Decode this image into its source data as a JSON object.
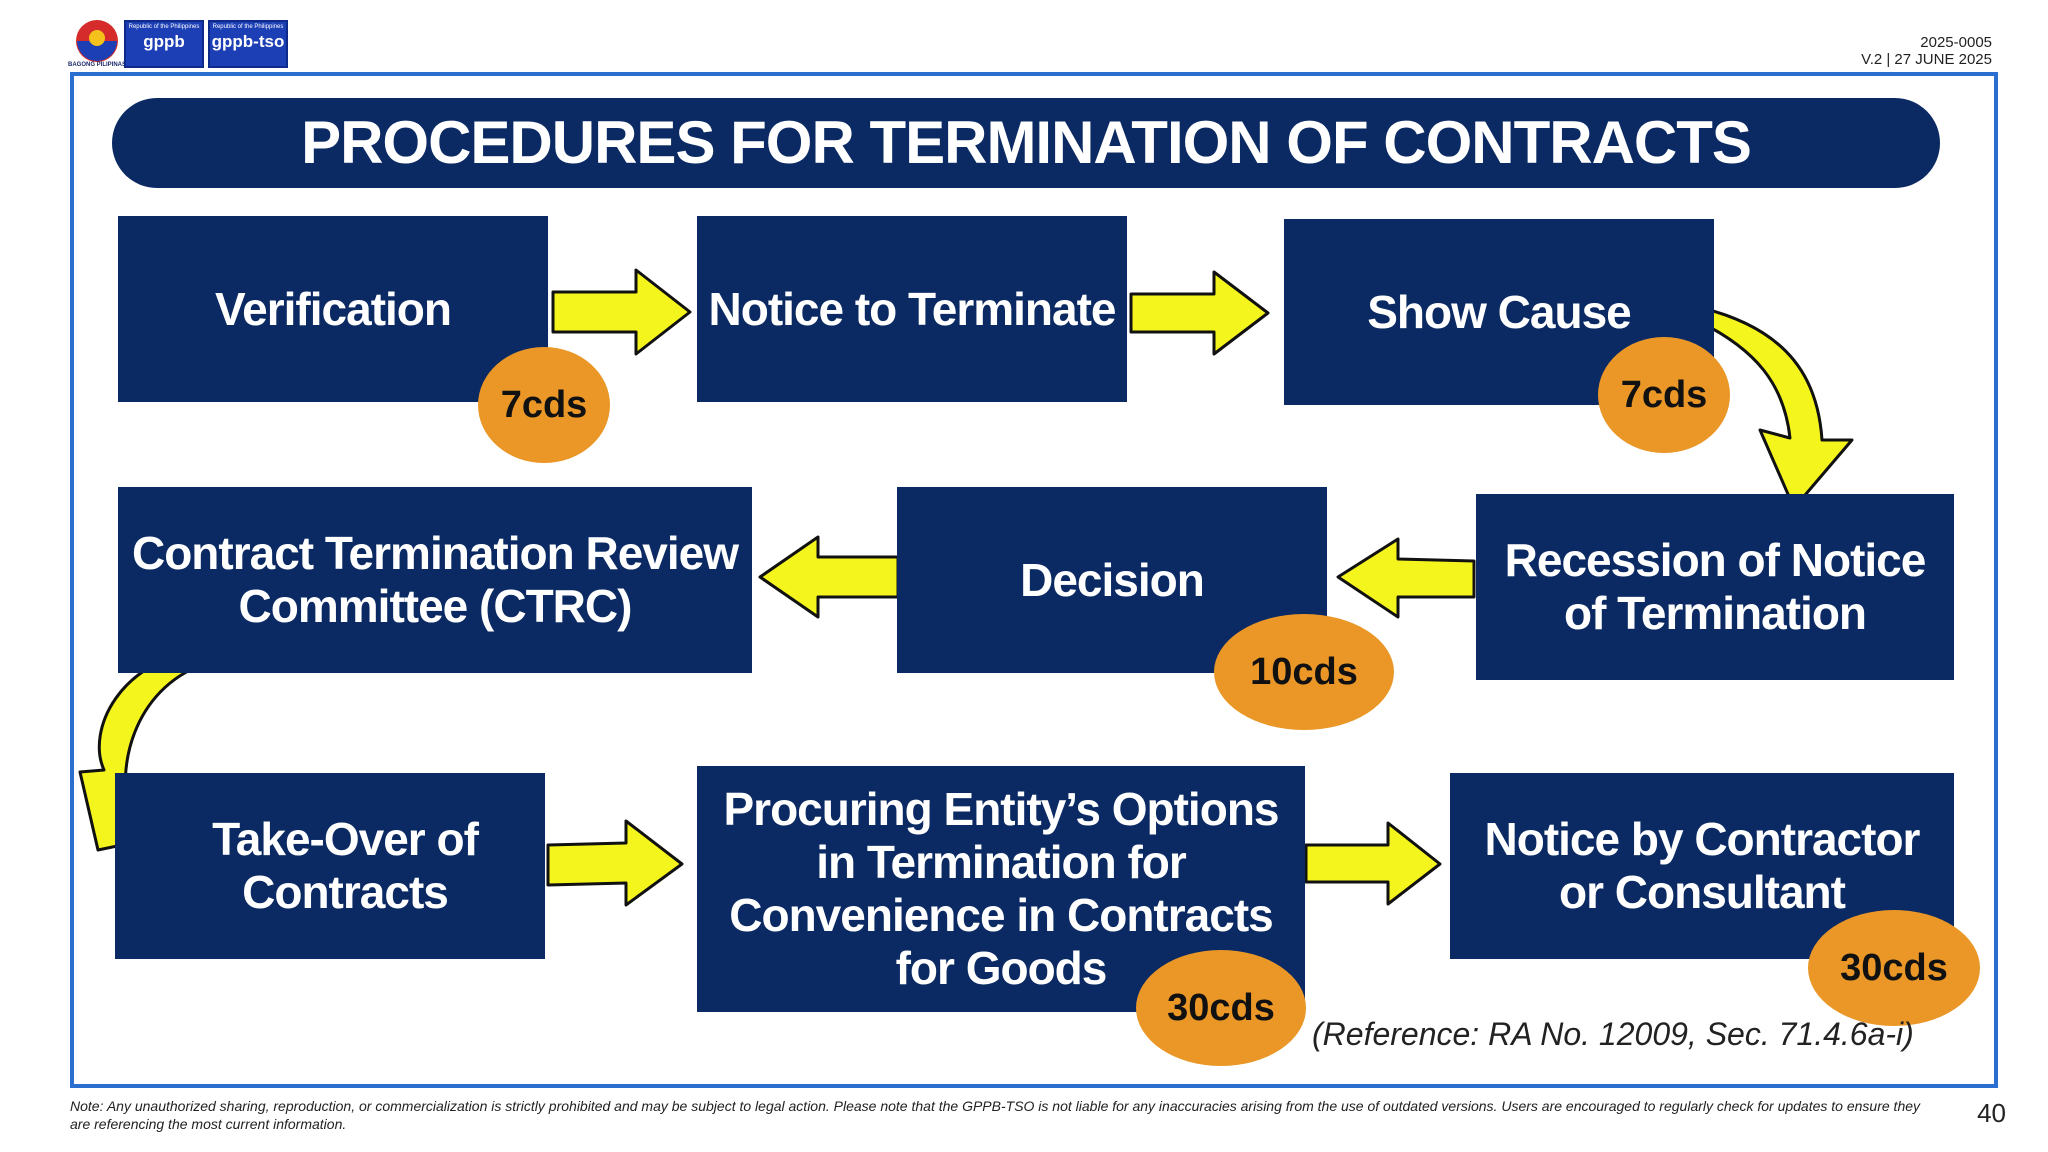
{
  "header": {
    "logo1": {
      "small_text": "Republic of the Philippines",
      "name": "gppb"
    },
    "logo2": {
      "small_text": "Republic of the Philippines",
      "name": "gppb-tso"
    },
    "bagong": "BAGONG PILIPINAS",
    "doc_code": "2025-0005",
    "version": "V.2 | 27 JUNE 2025"
  },
  "title": "PROCEDURES FOR TERMINATION OF CONTRACTS",
  "steps": [
    {
      "label": "Verification",
      "badge": "7cds"
    },
    {
      "label": "Notice to Terminate"
    },
    {
      "label": "Show Cause",
      "badge": "7cds"
    },
    {
      "label": "Recession of Notice of Termination"
    },
    {
      "label": "Decision",
      "badge": "10cds"
    },
    {
      "label": "Contract Termination Review Committee (CTRC)"
    },
    {
      "label": "Take-Over of Contracts"
    },
    {
      "label": "Procuring Entity’s Options in Termination for Convenience in Contracts for Goods",
      "badge": "30cds"
    },
    {
      "label": "Notice by Contractor or Consultant",
      "badge": "30cds"
    }
  ],
  "reference": "(Reference: RA No. 12009, Sec. 71.4.6a-i)",
  "footer": {
    "note": "Note: Any unauthorized sharing, reproduction, or commercialization is strictly prohibited and may be subject to legal action. Please note that the GPPB-TSO is not liable for any inaccuracies arising from the use of outdated versions. Users are encouraged to regularly check for updates to ensure they are referencing the most current information.",
    "page_number": "40"
  },
  "colors": {
    "box": "#0b2a63",
    "badge": "#ea9727",
    "arrow": "#f5f51e",
    "frame": "#2a6fd0"
  }
}
